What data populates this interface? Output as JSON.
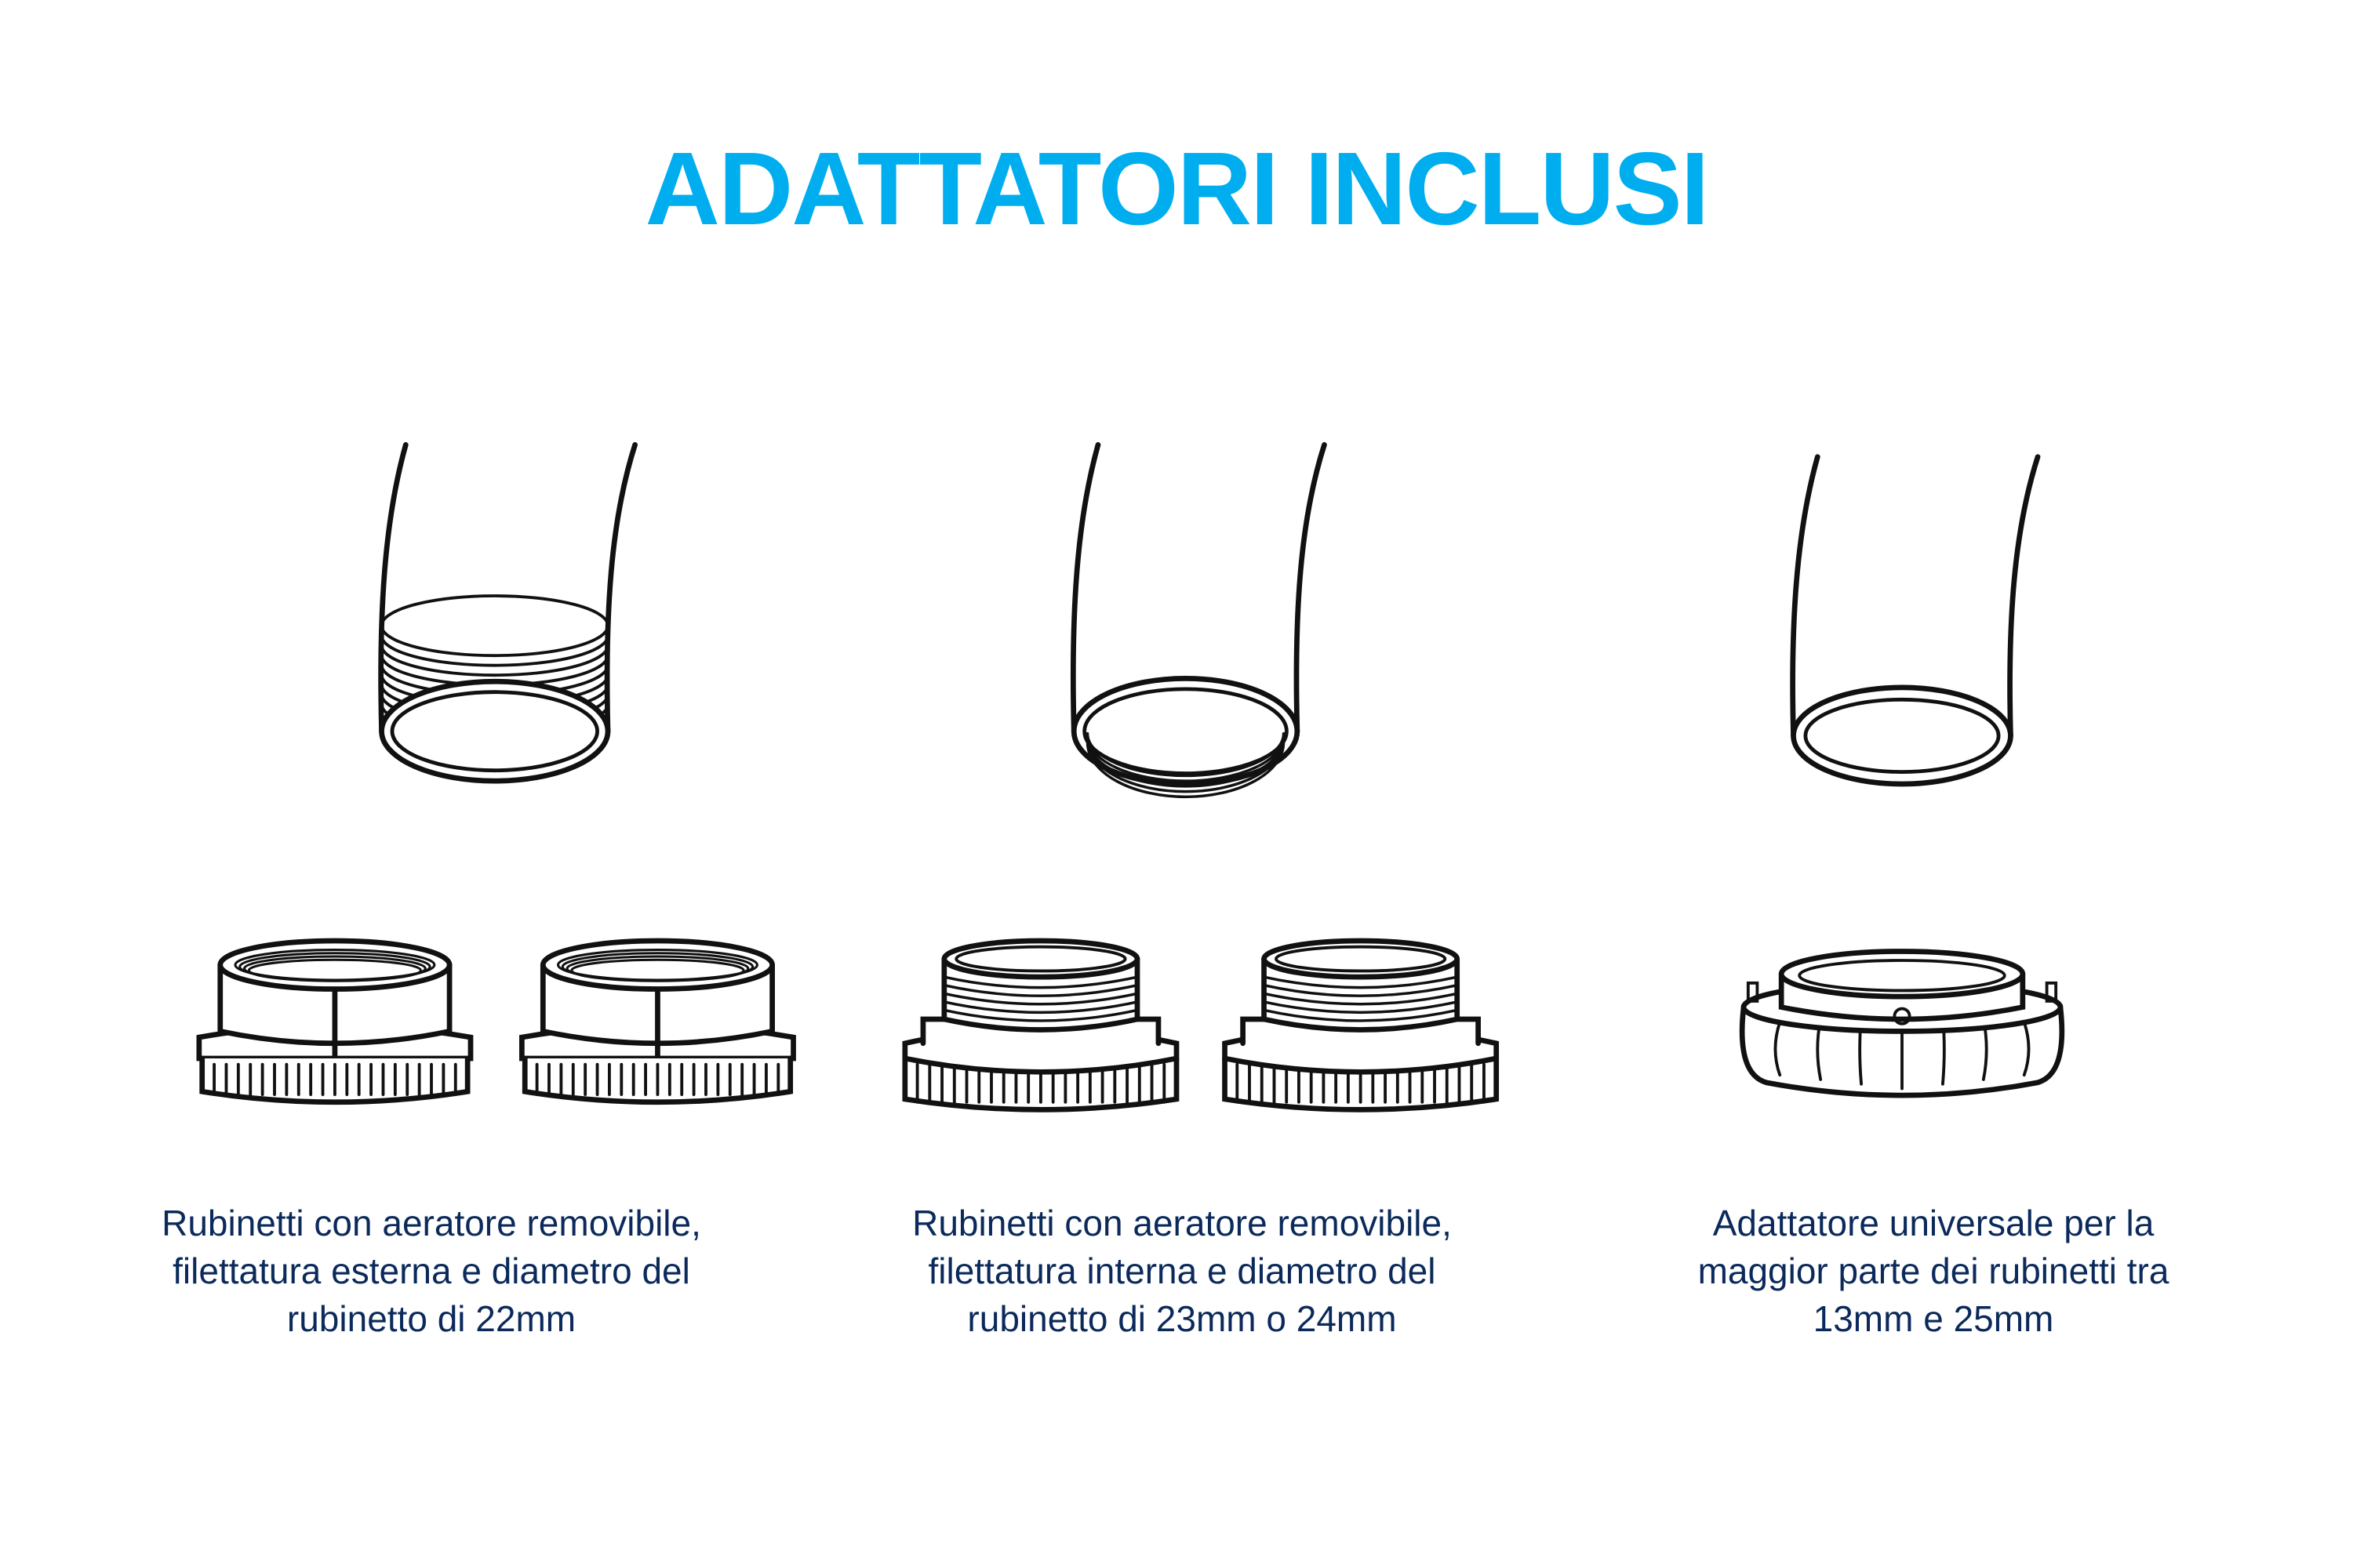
{
  "title": "ADATTATORI INCLUSI",
  "colors": {
    "title": "#00aeef",
    "caption": "#0b2a5b",
    "line": "#111111"
  },
  "columns": [
    {
      "caption_lines": [
        "Rubinetti con aeratore removibile,",
        "filettatura esterna e diametro del",
        "rubinetto di 22mm"
      ]
    },
    {
      "caption_lines": [
        "Rubinetti con aeratore removibile,",
        "filettatura interna e diametro del",
        "rubinetto di 23mm o 24mm"
      ]
    },
    {
      "caption_lines": [
        "Adattatore universale per la",
        "maggior parte dei rubinetti tra",
        "13mm e 25mm"
      ]
    }
  ]
}
